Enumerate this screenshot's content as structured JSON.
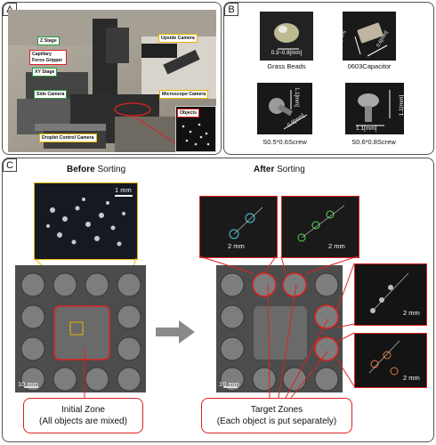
{
  "panels": {
    "a": "A",
    "b": "B",
    "c": "C"
  },
  "panel_a": {
    "labels": {
      "z_stage": "Z Stage",
      "gripper": "Capillary Force Gripper",
      "xy_stage": "XY Stage",
      "side_camera": "Side Camera",
      "droplet_camera": "Droplet Control Camera",
      "upside_camera": "Upside Camera",
      "microscope_camera": "Microscope Camera",
      "objects": "Objects"
    }
  },
  "panel_b": {
    "items": [
      {
        "name": "Grass Beads",
        "dim": "0.3~0.8[mm]"
      },
      {
        "name": "0603Capacitor",
        "dim_w": "0.3[mm]",
        "dim_l": "0.6[mm]"
      },
      {
        "name": "S0.5*0.6Screw",
        "dim_a": "1.1[mm]",
        "dim_b": "0.9[mm]"
      },
      {
        "name": "S0.6*0.8Screw",
        "dim_a": "1.1[mm]",
        "dim_b": "1.1[mm]"
      }
    ]
  },
  "panel_c": {
    "before_bold": "Before",
    "before_rest": " Sorting",
    "after_bold": "After",
    "after_rest": " Sorting",
    "scale_1mm": "1 mm",
    "scale_10mm": "10 mm",
    "scale_2mm": "2 mm",
    "initial_zone": "Initial Zone",
    "initial_zone_sub": "(All objects are mixed)",
    "target_zones": "Target Zones",
    "target_zones_sub": "(Each object is put separately)"
  },
  "colors": {
    "red": "#d22222",
    "green": "#2a9a3a",
    "yellow": "#e8b400",
    "panel_border": "#555555"
  }
}
